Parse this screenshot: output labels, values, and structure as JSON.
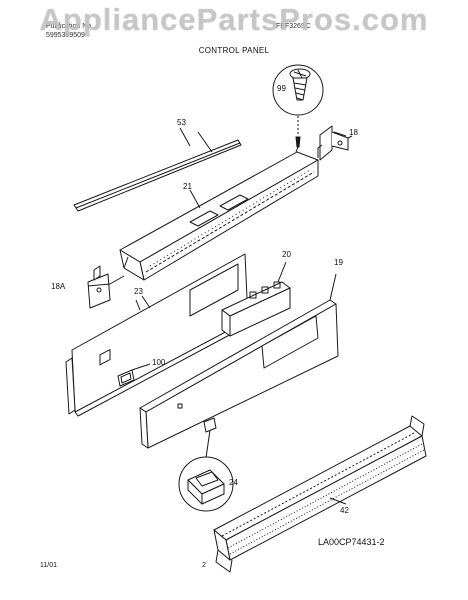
{
  "watermark": "AppliancePartsPros.com",
  "header": {
    "left_line1": "Publication No.",
    "left_line2": "5995389509",
    "right_line1": "FEF326SC"
  },
  "title": "CONTROL PANEL",
  "callouts": {
    "p99": "99",
    "p53": "53",
    "p18": "18",
    "p21": "21",
    "p20": "20",
    "p19": "19",
    "p18a": "18A",
    "p23": "23",
    "p100": "100",
    "p24": "24",
    "p42": "42"
  },
  "diagram_code": "LA00CP74431-2",
  "footer": {
    "date": "11/01",
    "page": "2"
  }
}
